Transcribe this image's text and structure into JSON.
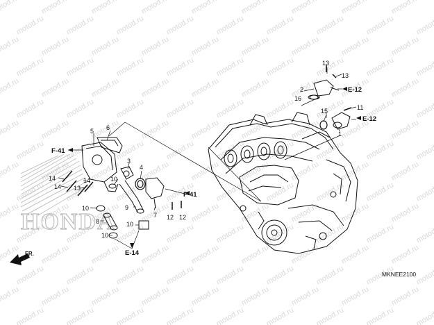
{
  "watermark": {
    "text": "motod.ru",
    "color": "#d9d9d9"
  },
  "brand_logo": {
    "text": "HONDA",
    "color": "#bdbdbd"
  },
  "diagram_code": "MKNEE2100",
  "front_marker": "FR.",
  "callouts": [
    "13",
    "13",
    "2",
    "16",
    "15",
    "11",
    "1",
    "5",
    "6",
    "3",
    "4",
    "14",
    "14",
    "13",
    "14",
    "10",
    "9",
    "7",
    "12",
    "12",
    "8",
    "10",
    "10",
    "10"
  ],
  "references": [
    "E-12",
    "E-12",
    "F-41",
    "F-41",
    "E-14"
  ]
}
